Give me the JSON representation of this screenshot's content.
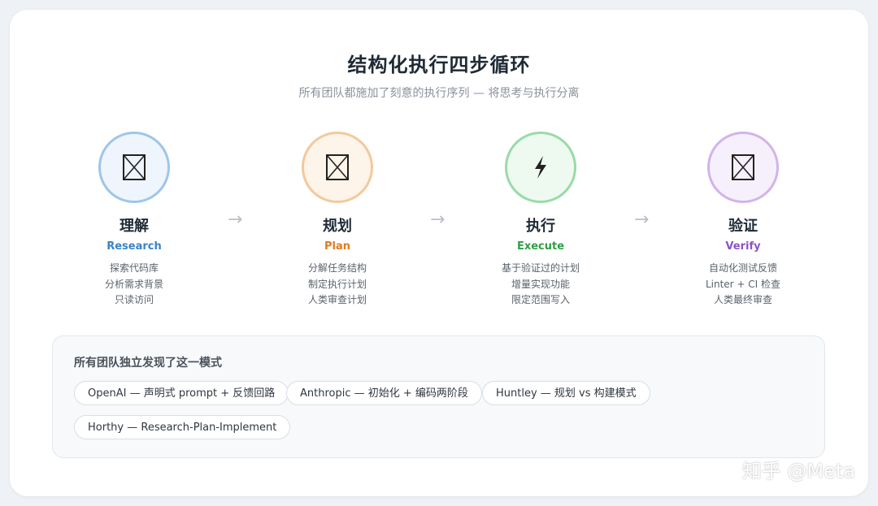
{
  "title": "结构化执行四步循环",
  "subtitle": "所有团队都施加了刻意的执行序列 — 将思考与执行分离",
  "steps": [
    {
      "icon": "box-cross-icon",
      "name": "理解",
      "en": "Research",
      "color": "#3b82c4",
      "ring": "#9ec6e8",
      "fill": "#eef5fc",
      "lines": [
        "探索代码库",
        "分析需求背景",
        "只读访问"
      ]
    },
    {
      "icon": "box-cross-icon",
      "name": "规划",
      "en": "Plan",
      "color": "#e07b1f",
      "ring": "#f3c99a",
      "fill": "#fdf4ea",
      "lines": [
        "分解任务结构",
        "制定执行计划",
        "人类审查计划"
      ]
    },
    {
      "icon": "lightning-icon",
      "name": "执行",
      "en": "Execute",
      "color": "#2f9e44",
      "ring": "#98dba8",
      "fill": "#eefaf0",
      "lines": [
        "基于验证过的计划",
        "增量实现功能",
        "限定范围写入"
      ]
    },
    {
      "icon": "box-cross-icon",
      "name": "验证",
      "en": "Verify",
      "color": "#8b54c8",
      "ring": "#d0b4ec",
      "fill": "#f6f0fc",
      "lines": [
        "自动化测试反馈",
        "Linter + CI 检查",
        "人类最终审查"
      ]
    }
  ],
  "panel": {
    "title": "所有团队独立发现了这一模式",
    "chips": [
      "OpenAI — 声明式 prompt + 反馈回路",
      "Anthropic — 初始化 + 编码两阶段",
      "Huntley — 规划 vs 构建模式",
      "Horthy — Research-Plan-Implement"
    ]
  },
  "watermark": "知乎 @Meta"
}
